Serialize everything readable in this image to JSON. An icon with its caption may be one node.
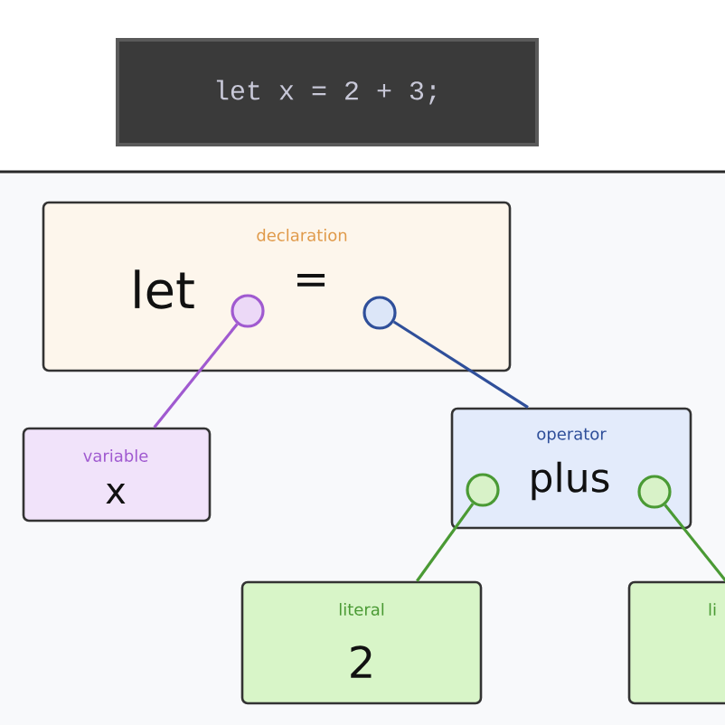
{
  "diagram": {
    "nodes": [
      {
        "text": [
          "let x = 2 + 3;"
        ]
      },
      {
        "text": [
          "declaration",
          "let",
          "="
        ]
      },
      {
        "text": [],
        "shape": "circle",
        "in": 1
      },
      {
        "text": [],
        "shape": "circle",
        "in": 1
      },
      {
        "text": [
          "variable",
          "x"
        ]
      },
      {
        "text": [
          "operator",
          "plus"
        ]
      },
      {
        "text": [],
        "shape": "circle",
        "in": 5
      },
      {
        "text": [],
        "shape": "circle",
        "in": 5
      },
      {
        "text": [
          "literal",
          "2"
        ]
      },
      {
        "text": [
          "li"
        ]
      }
    ],
    "edges": [
      {
        "from": 2,
        "to": 4,
        "arrow": "none",
        "color": "#a05ad0"
      },
      {
        "from": 3,
        "to": 5,
        "arrow": "none",
        "color": "#2f4f9a"
      },
      {
        "from": 6,
        "to": 8,
        "arrow": "none",
        "color": "#4a9a34"
      },
      {
        "from": 7,
        "to": 9,
        "arrow": "none",
        "color": "#4a9a34"
      }
    ]
  }
}
